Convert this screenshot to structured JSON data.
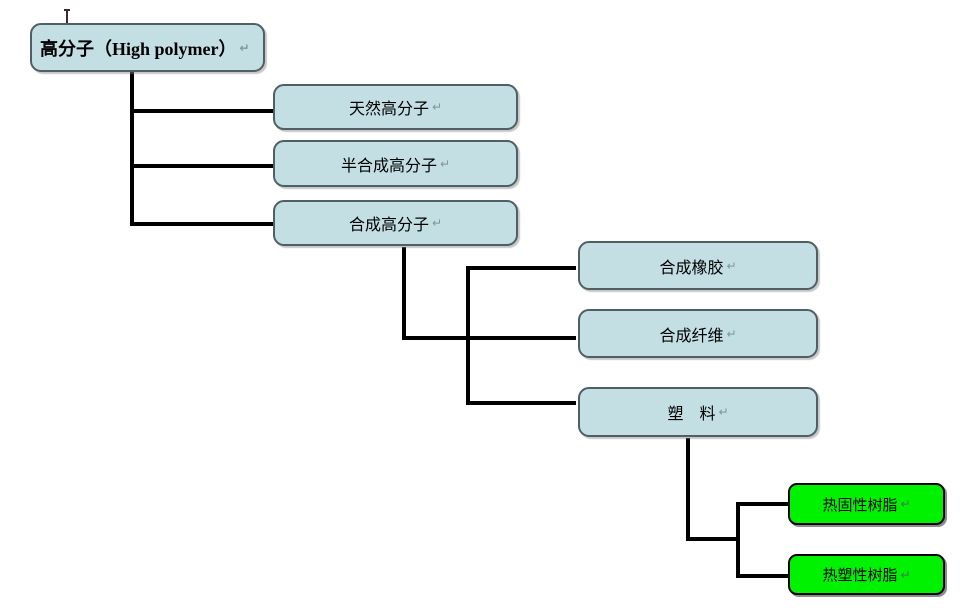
{
  "page": {
    "background": "#ffffff"
  },
  "colors": {
    "node_fill": "#c3dfe4",
    "node_border": "#4f5f63",
    "highlight_fill": "#00f200",
    "highlight_border": "#000000",
    "connector": "#000000",
    "paragraph_mark": "#7d979c"
  },
  "marks": {
    "paragraph_mark": "↵"
  },
  "nodes": {
    "root": {
      "label": "高分子（High polymer）"
    },
    "natural": {
      "label": "天然高分子"
    },
    "semi": {
      "label": "半合成高分子"
    },
    "synthetic": {
      "label": "合成高分子"
    },
    "rubber": {
      "label": "合成橡胶"
    },
    "fiber": {
      "label": "合成纤维"
    },
    "plastic": {
      "label": "塑　料"
    },
    "thermoset": {
      "label": "热固性树脂"
    },
    "thermoplastic": {
      "label": "热塑性树脂"
    }
  }
}
